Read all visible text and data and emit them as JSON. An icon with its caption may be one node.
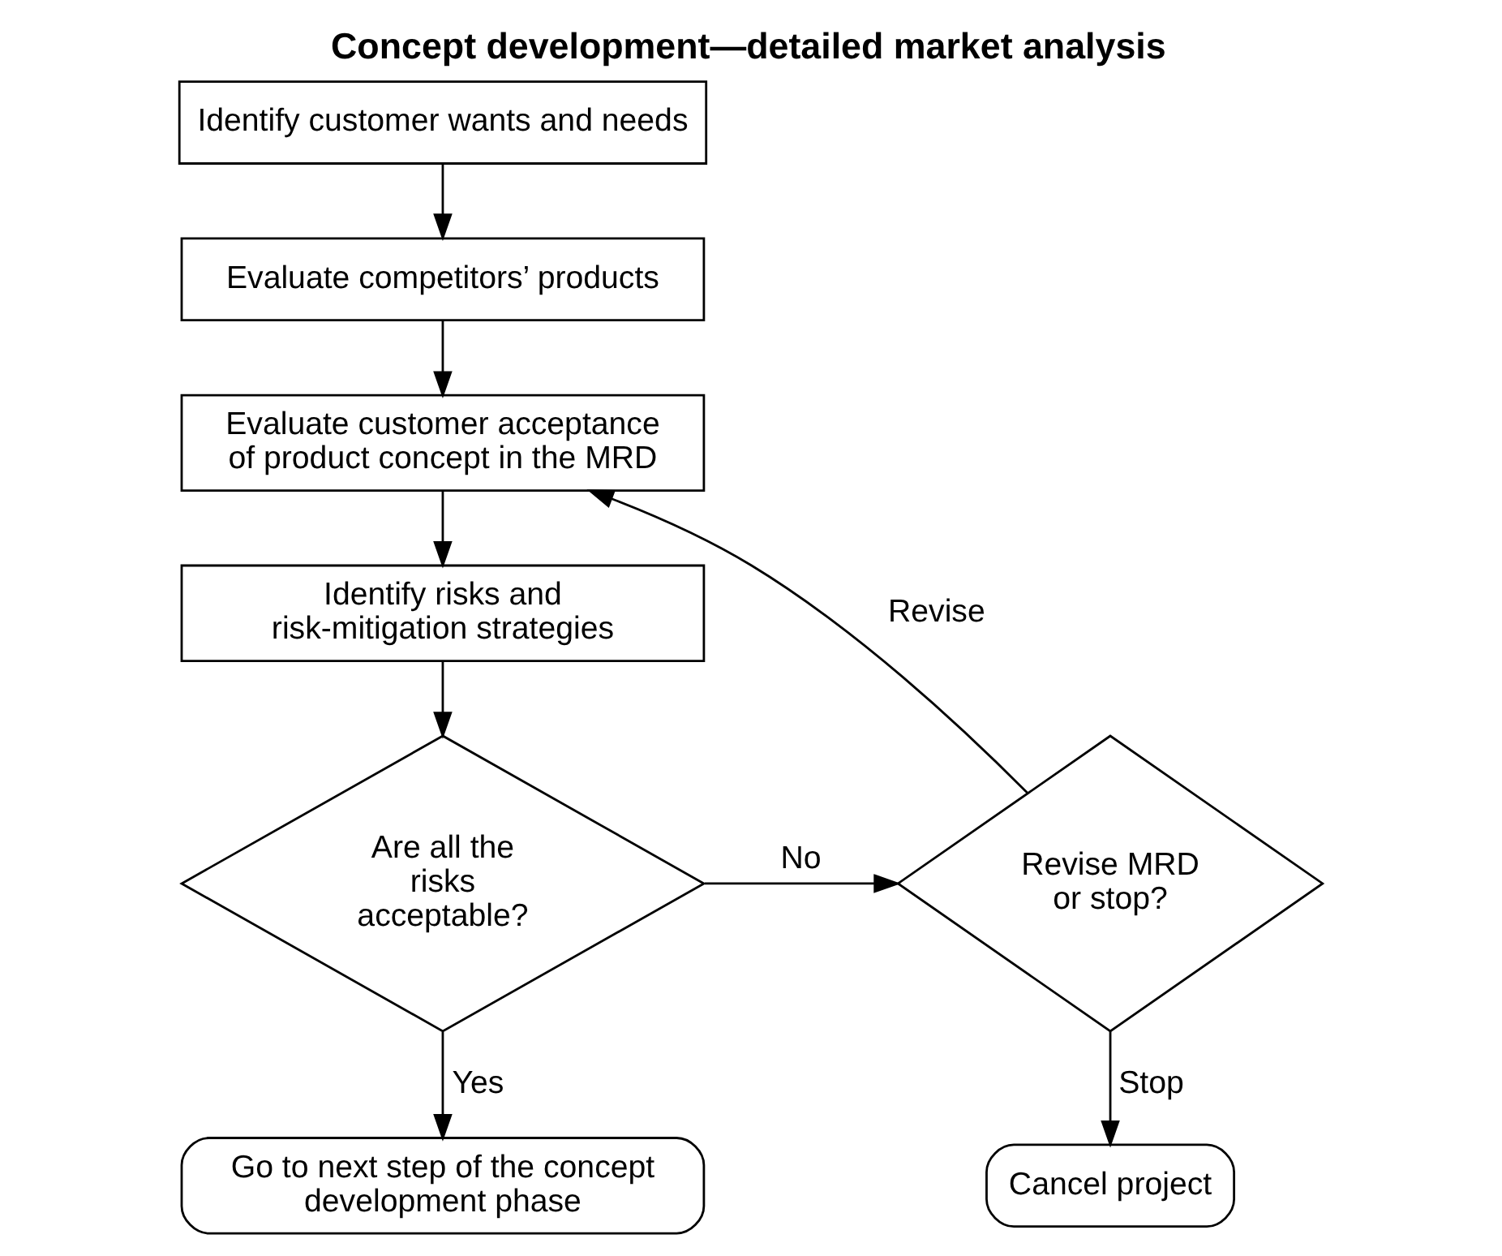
{
  "diagram": {
    "title": "Concept development—detailed market analysis",
    "nodes": [
      {
        "text": [
          "Identify customer wants and needs"
        ]
      },
      {
        "text": [
          "Evaluate competitors’ products"
        ]
      },
      {
        "text": [
          "Evaluate customer acceptance of product concept in the MRD"
        ]
      },
      {
        "text": [
          "Identify risks and risk-mitigation strategies"
        ]
      },
      {
        "text": [
          "Are all the risks acceptable?"
        ]
      },
      {
        "text": [
          "Revise MRD or stop?"
        ]
      },
      {
        "text": [
          "Go to next step of the concept development phase"
        ]
      },
      {
        "text": [
          "Cancel project"
        ]
      }
    ],
    "edges": [
      {
        "from": 0,
        "to": 1,
        "arrow": "to"
      },
      {
        "from": 1,
        "to": 2,
        "arrow": "to"
      },
      {
        "from": 2,
        "to": 3,
        "arrow": "to"
      },
      {
        "from": 3,
        "to": 4,
        "arrow": "to"
      },
      {
        "from": 4,
        "to": 5,
        "arrow": "to",
        "label": "No"
      },
      {
        "from": 5,
        "to": 2,
        "arrow": "to",
        "label": "Revise"
      },
      {
        "from": 5,
        "to": 7,
        "arrow": "to",
        "label": "Stop"
      },
      {
        "from": 4,
        "to": 6,
        "arrow": "to",
        "label": "Yes"
      }
    ]
  }
}
